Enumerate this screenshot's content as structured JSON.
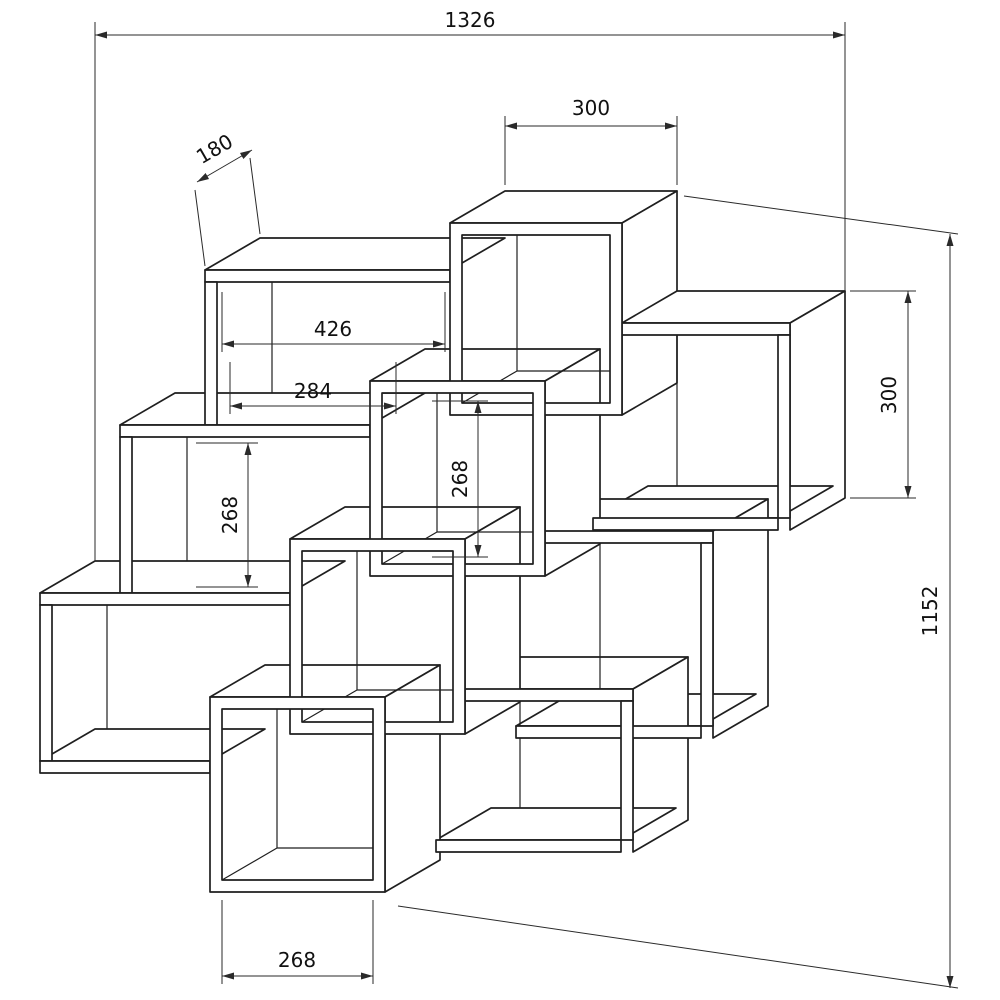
{
  "dimensions": {
    "total_width": "1326",
    "top_cube_outer_width": "300",
    "shelf_depth": "180",
    "upper_left_shelf_inner_width": "426",
    "upper_left_inner_width_2": "284",
    "left_compartment_inner_height": "268",
    "center_cube_inner_height": "268",
    "right_compartment_inner_height": "300",
    "total_height": "1152",
    "bottom_cube_inner_width": "268"
  },
  "colors": {
    "line": "#1f1f1f",
    "dimension_line": "#2a2a2a",
    "background": "#ffffff"
  }
}
